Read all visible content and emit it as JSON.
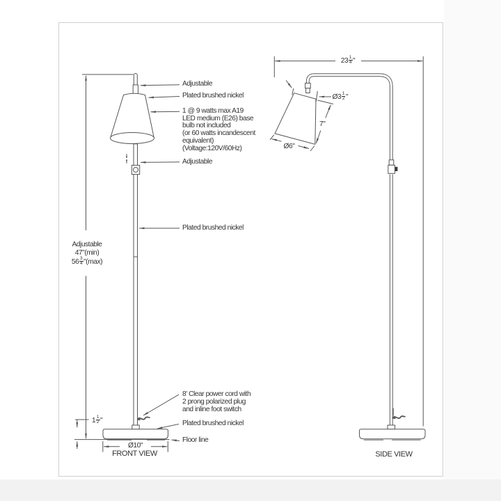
{
  "front_view": {
    "title": "FRONT VIEW",
    "callouts": {
      "adjustable_top": "Adjustable",
      "shade_material": "Plated brushed nickel",
      "bulb_lines": [
        "1 @ 9 watts max A19",
        "LED medium (E26) base",
        "bulb not included",
        "(or 60 watts incandescent",
        "equivalent)",
        "(Voltage:120V/60Hz)"
      ],
      "adjustable_knob": "Adjustable",
      "pole_material": "Plated brushed nickel",
      "cord_lines": [
        "8' Clear power cord with",
        "2 prong polarized plug",
        "and inline foot switch"
      ],
      "base_material": "Plated brushed nickel",
      "floor_line": "Floor line"
    },
    "dims": {
      "height_label": "Adjustable",
      "height_min": "47\"(min)",
      "height_max": {
        "whole": "56",
        "num": "3",
        "den": "4",
        "suffix": "\"(max)"
      },
      "base_height": {
        "whole": "1",
        "num": "1",
        "den": "2",
        "suffix": "\""
      },
      "base_dia": "Ø10\""
    }
  },
  "side_view": {
    "title": "SIDE VIEW",
    "dims": {
      "reach": {
        "whole": "23",
        "num": "1",
        "den": "4",
        "suffix": "\""
      },
      "shade_top_dia": {
        "whole": "Ø3",
        "num": "1",
        "den": "2",
        "suffix": "\""
      },
      "shade_height": "7\"",
      "shade_bottom_dia": "Ø6\""
    }
  }
}
